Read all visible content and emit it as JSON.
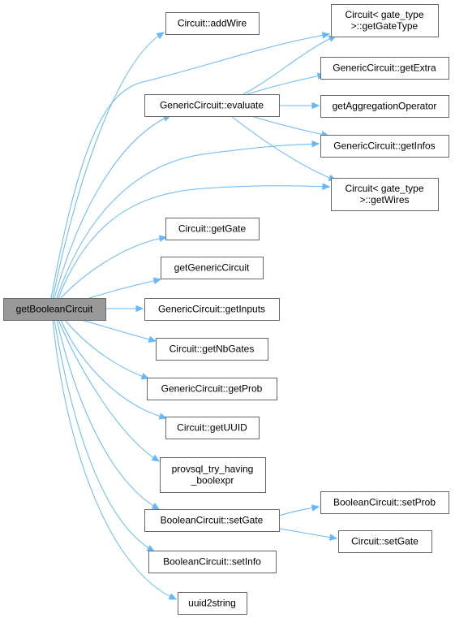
{
  "graph": {
    "type": "call-graph",
    "colors": {
      "edge": "#63b8ff",
      "root_fill": "#999999",
      "node_fill": "#ffffff",
      "border": "#666666"
    },
    "nodes": [
      {
        "id": "root",
        "lines": [
          "getBooleanCircuit"
        ],
        "root": true
      },
      {
        "id": "addWire",
        "lines": [
          "Circuit::addWire"
        ]
      },
      {
        "id": "evaluate",
        "lines": [
          "GenericCircuit::evaluate"
        ]
      },
      {
        "id": "getGateType",
        "lines": [
          "Circuit< gate_type",
          ">::getGateType"
        ]
      },
      {
        "id": "getExtra",
        "lines": [
          "GenericCircuit::getExtra"
        ]
      },
      {
        "id": "getAggregationOperator",
        "lines": [
          "getAggregationOperator"
        ]
      },
      {
        "id": "getInfos",
        "lines": [
          "GenericCircuit::getInfos"
        ]
      },
      {
        "id": "getWires",
        "lines": [
          "Circuit< gate_type",
          ">::getWires"
        ]
      },
      {
        "id": "getGate",
        "lines": [
          "Circuit::getGate"
        ]
      },
      {
        "id": "getGenericCircuit",
        "lines": [
          "getGenericCircuit"
        ]
      },
      {
        "id": "getInputs",
        "lines": [
          "GenericCircuit::getInputs"
        ]
      },
      {
        "id": "getNbGates",
        "lines": [
          "Circuit::getNbGates"
        ]
      },
      {
        "id": "getProb",
        "lines": [
          "GenericCircuit::getProb"
        ]
      },
      {
        "id": "getUUID",
        "lines": [
          "Circuit::getUUID"
        ]
      },
      {
        "id": "provsql",
        "lines": [
          "provsql_try_having",
          "_boolexpr"
        ]
      },
      {
        "id": "bcSetGate",
        "lines": [
          "BooleanCircuit::setGate"
        ]
      },
      {
        "id": "setProb",
        "lines": [
          "BooleanCircuit::setProb"
        ]
      },
      {
        "id": "cSetGate",
        "lines": [
          "Circuit::setGate"
        ]
      },
      {
        "id": "setInfo",
        "lines": [
          "BooleanCircuit::setInfo"
        ]
      },
      {
        "id": "uuid2string",
        "lines": [
          "uuid2string"
        ]
      }
    ],
    "edges": [
      {
        "from": "root",
        "to": "addWire"
      },
      {
        "from": "root",
        "to": "evaluate"
      },
      {
        "from": "root",
        "to": "getGateType"
      },
      {
        "from": "root",
        "to": "getInfos"
      },
      {
        "from": "root",
        "to": "getWires"
      },
      {
        "from": "root",
        "to": "getGate"
      },
      {
        "from": "root",
        "to": "getGenericCircuit"
      },
      {
        "from": "root",
        "to": "getInputs"
      },
      {
        "from": "root",
        "to": "getNbGates"
      },
      {
        "from": "root",
        "to": "getProb"
      },
      {
        "from": "root",
        "to": "getUUID"
      },
      {
        "from": "root",
        "to": "provsql"
      },
      {
        "from": "root",
        "to": "bcSetGate"
      },
      {
        "from": "root",
        "to": "setInfo"
      },
      {
        "from": "root",
        "to": "uuid2string"
      },
      {
        "from": "evaluate",
        "to": "getGateType"
      },
      {
        "from": "evaluate",
        "to": "getExtra"
      },
      {
        "from": "evaluate",
        "to": "getAggregationOperator"
      },
      {
        "from": "evaluate",
        "to": "getInfos"
      },
      {
        "from": "evaluate",
        "to": "getWires"
      },
      {
        "from": "bcSetGate",
        "to": "setProb"
      },
      {
        "from": "bcSetGate",
        "to": "cSetGate"
      }
    ]
  }
}
